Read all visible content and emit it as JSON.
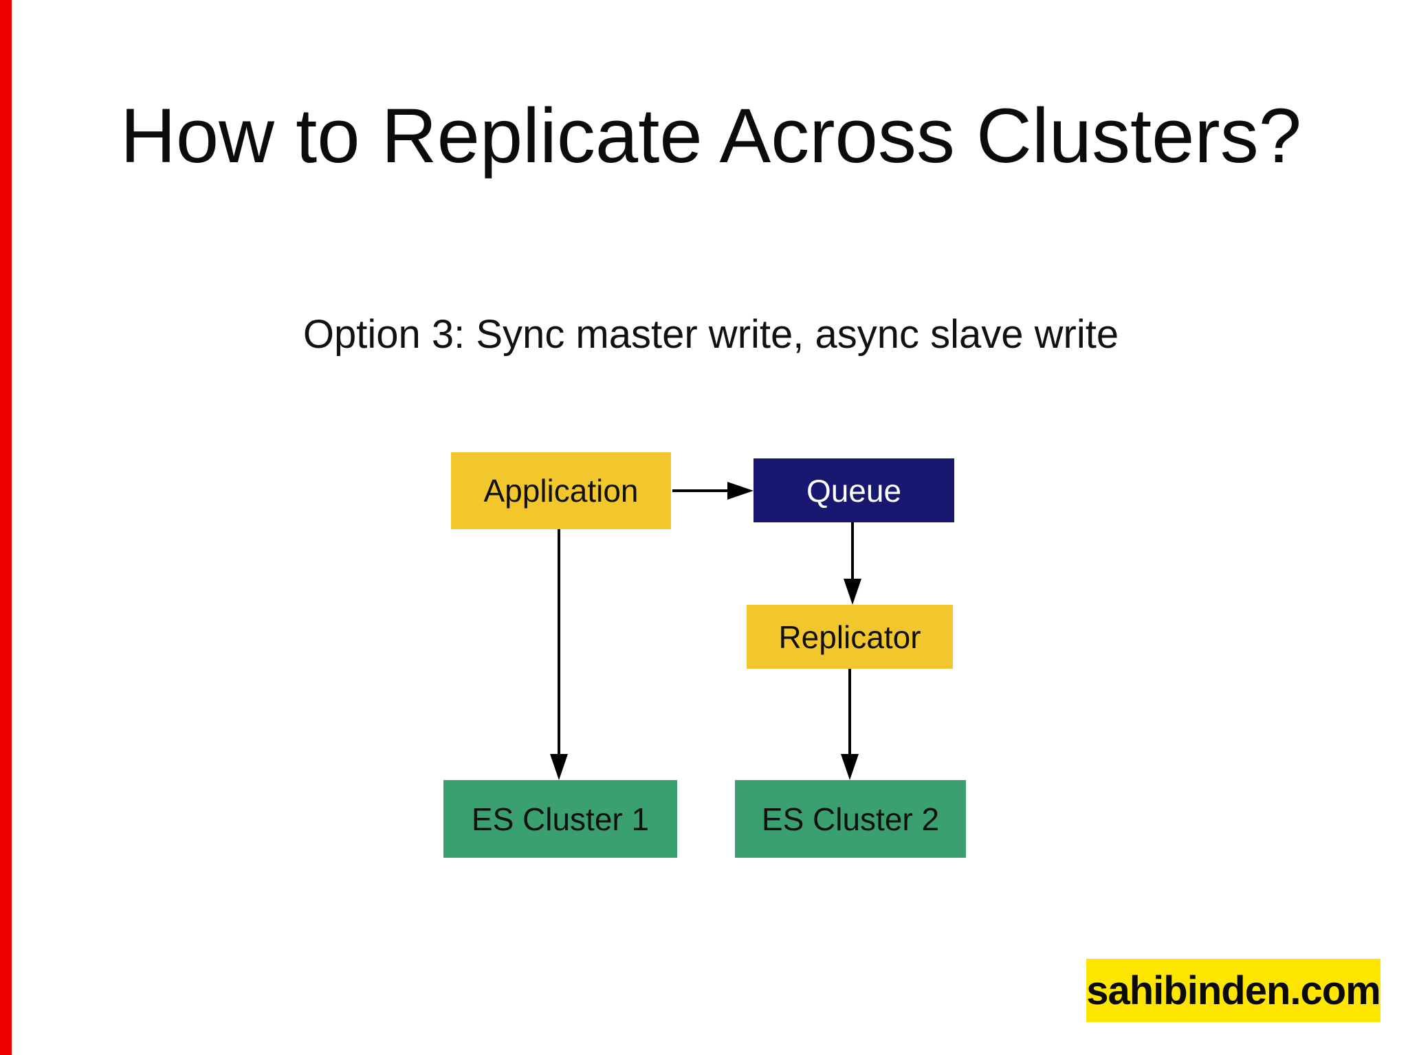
{
  "slide": {
    "title": "How to Replicate Across Clusters?",
    "subtitle": "Option 3: Sync master write, async slave write"
  },
  "diagram": {
    "nodes": [
      {
        "id": "application",
        "label": "Application",
        "fill": "#F2C72D",
        "text_color": "#101010"
      },
      {
        "id": "queue",
        "label": "Queue",
        "fill": "#181870",
        "text_color": "#FFFFFF"
      },
      {
        "id": "replicator",
        "label": "Replicator",
        "fill": "#F2C72D",
        "text_color": "#101010"
      },
      {
        "id": "es1",
        "label": "ES Cluster 1",
        "fill": "#3AA06F",
        "text_color": "#101010"
      },
      {
        "id": "es2",
        "label": "ES Cluster 2",
        "fill": "#3AA06F",
        "text_color": "#101010"
      }
    ],
    "edges": [
      {
        "from": "application",
        "to": "queue"
      },
      {
        "from": "application",
        "to": "es1"
      },
      {
        "from": "queue",
        "to": "replicator"
      },
      {
        "from": "replicator",
        "to": "es2"
      }
    ],
    "edge_color": "#000000"
  },
  "footer": {
    "brand": "sahibinden.com",
    "brand_bg": "#FFE600"
  },
  "colors": {
    "background": "#FFFFFF",
    "left_accent_bar": "#F20000",
    "title_text": "#0B0B0B"
  }
}
